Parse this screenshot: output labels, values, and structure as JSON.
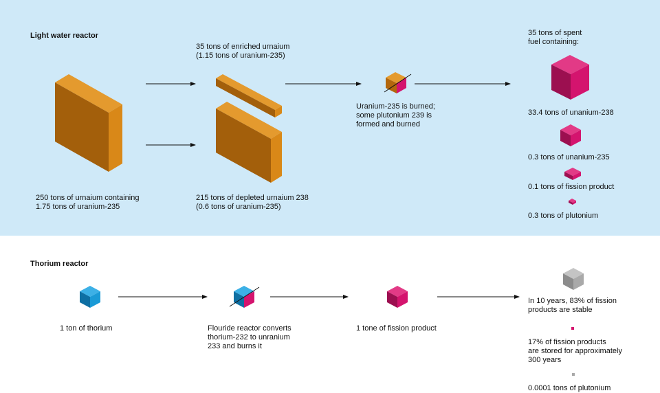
{
  "light_water": {
    "title": "Light water reactor",
    "source_label": "250 tons of urnaium containing\n1.75 tons of uranium-235",
    "enriched_label": "35 tons of enriched urnaium\n(1.15 tons of uranium-235)",
    "depleted_label": "215 tons of depleted urnaium 238\n(0.6 tons of uranium-235)",
    "burn_label": "Uranium-235 is burned;\nsome plutonium 239 is\nformed and burned",
    "spent_header": "35 tons of spent\nfuel containing:",
    "spent_items": [
      "33.4 tons of unanium-238",
      "0.3 tons of unanium-235",
      "0.1 tons of fission product",
      "0.3 tons of plutonium"
    ]
  },
  "thorium": {
    "title": "Thorium reactor",
    "source_label": "1 ton of thorium",
    "reactor_label": "Flouride reactor converts\nthorium-232 to unranium\n233 and burns it",
    "product_label": "1 tone of fission product",
    "stable_label": "In 10 years, 83% of fission\nproducts are stable",
    "stored_label": "17% of fission products\nare stored for approximately\n300 years",
    "plutonium_label": "0.0001 tons of plutonium"
  },
  "colors": {
    "top_background": "#cfe9f8",
    "uranium": "#d98818",
    "spent_fuel": "#d4146e",
    "thorium": "#1a9ad6",
    "stable": "#a9a9a9"
  }
}
